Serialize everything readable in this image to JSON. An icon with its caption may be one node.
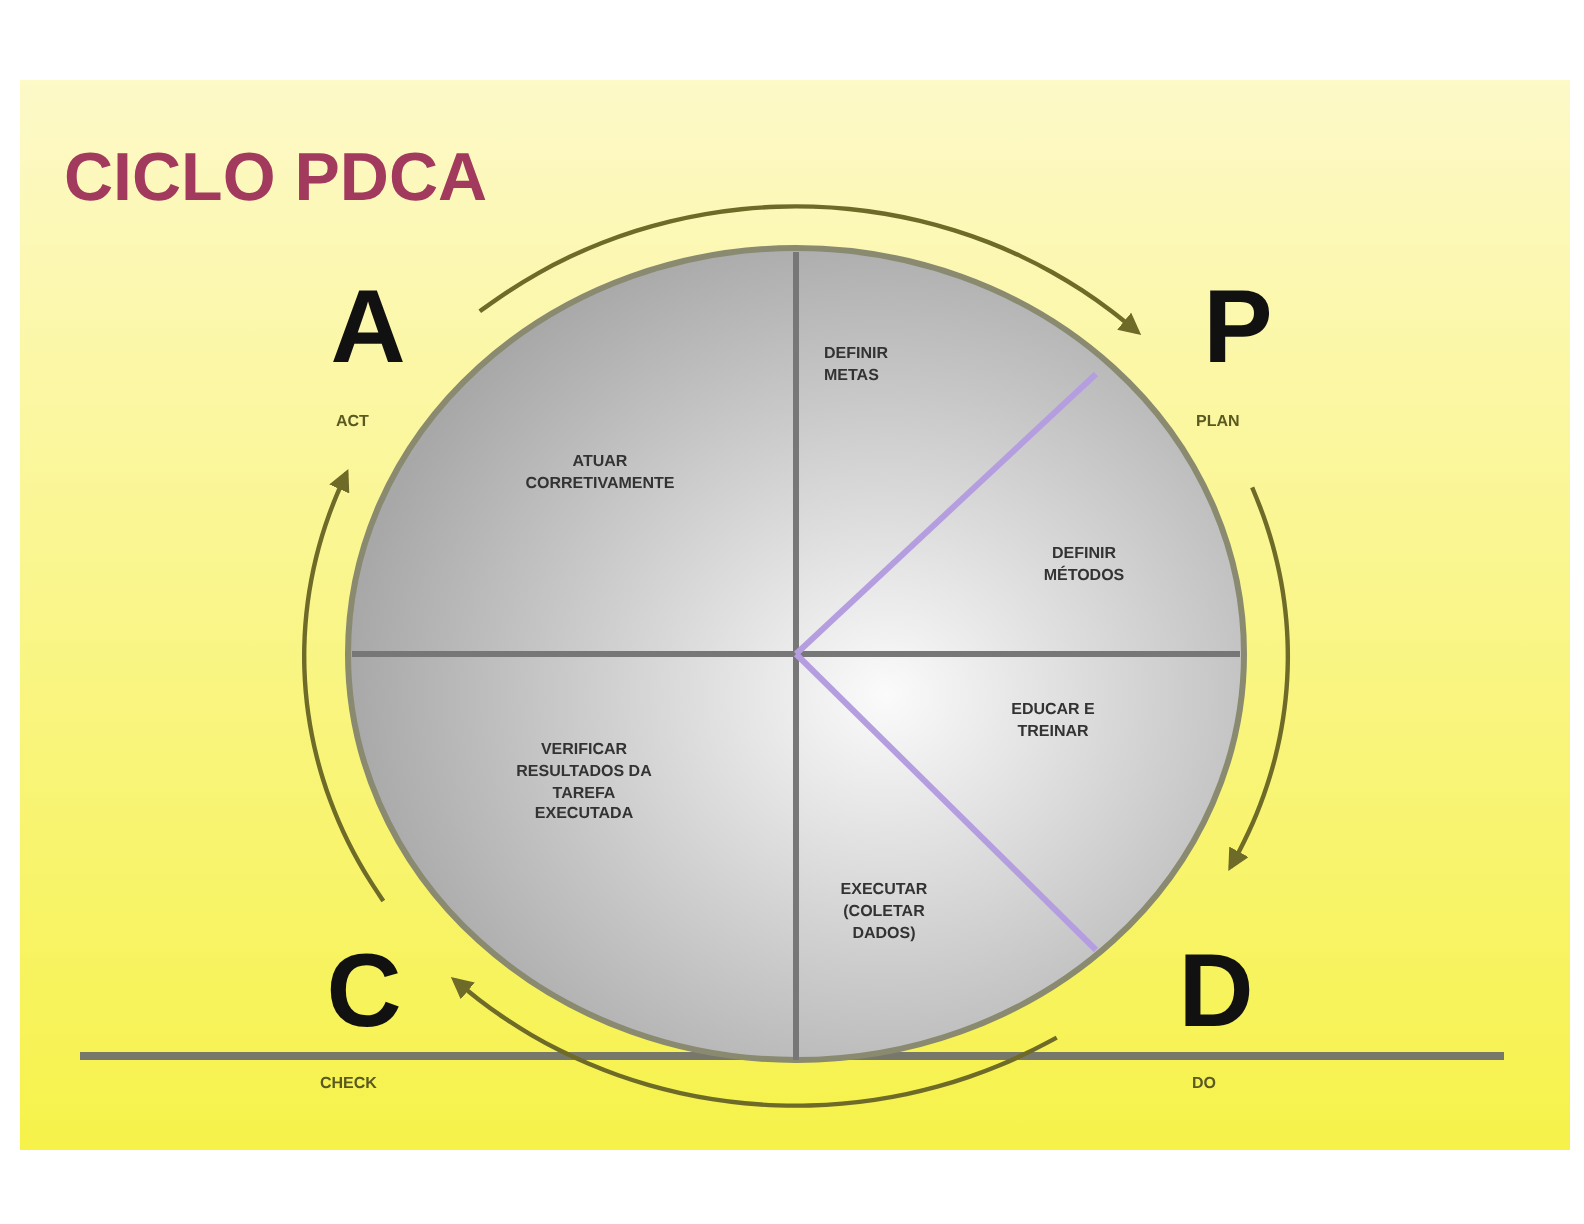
{
  "diagram": {
    "title": "CICLO PDCA",
    "nodes": [
      {
        "text": [],
        "shape": "circle"
      },
      {
        "text": [
          "ATUAR CORRETIVAMENTE"
        ],
        "in": 0
      },
      {
        "text": [
          "DEFINIR METAS"
        ],
        "in": 0
      },
      {
        "text": [
          "DEFINIR MÉTODOS"
        ],
        "in": 0
      },
      {
        "text": [
          "EDUCAR E TREINAR"
        ],
        "in": 0
      },
      {
        "text": [
          "EXECUTAR (COLETAR DADOS)"
        ],
        "in": 0
      },
      {
        "text": [
          "VERIFICAR RESULTADOS DA TAREFA EXECUTADA"
        ],
        "in": 0
      },
      {
        "text": [
          "A"
        ],
        "beside": [
          "ACT"
        ]
      },
      {
        "text": [
          "P"
        ],
        "beside": [
          "PLAN"
        ]
      },
      {
        "text": [
          "D"
        ],
        "beside": [
          "DO"
        ]
      },
      {
        "text": [
          "C"
        ],
        "beside": [
          "CHECK"
        ]
      }
    ],
    "edges": [
      {
        "from": 7,
        "to": 8,
        "arrow": "to"
      },
      {
        "from": 8,
        "to": 9,
        "arrow": "to"
      },
      {
        "from": 9,
        "to": 10,
        "arrow": "to"
      },
      {
        "from": 10,
        "to": 7,
        "arrow": "to"
      }
    ]
  }
}
